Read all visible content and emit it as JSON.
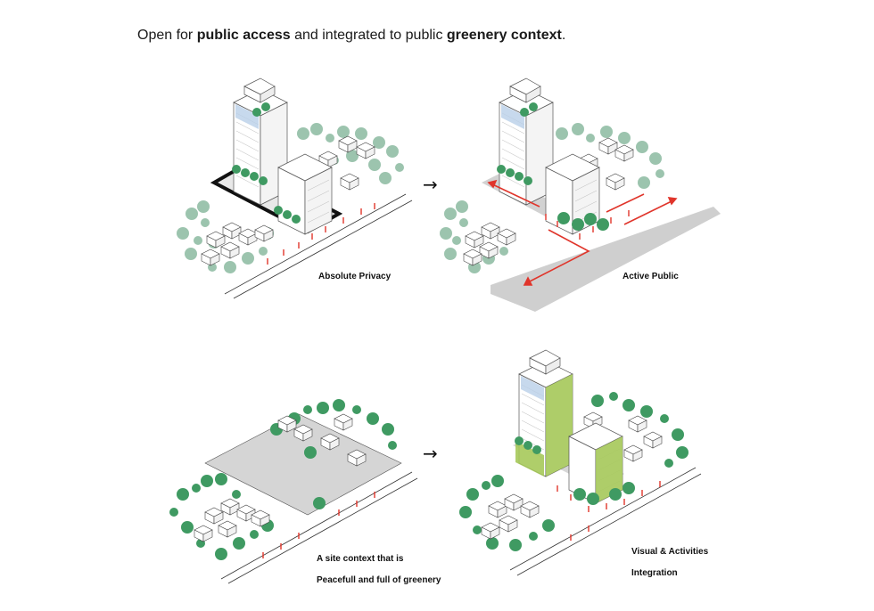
{
  "heading": {
    "part1": "Open for ",
    "bold1": "public access",
    "part2": " and integrated to public ",
    "bold2": "greenery context",
    "part3": "."
  },
  "panels": {
    "top_left": {
      "caption": "Absolute Privacy"
    },
    "top_right": {
      "caption": "Active Public"
    },
    "bottom_left": {
      "caption_line1": "A site context that is",
      "caption_line2": "Peacefull and full of greenery"
    },
    "bottom_right": {
      "caption_line1": "Visual & Activities",
      "caption_line2": "Integration"
    }
  },
  "arrows": {
    "top": "→",
    "bottom": "→"
  },
  "colors": {
    "tree_light": "#9cc4ae",
    "tree_dark": "#3f9a62",
    "accent_green": "#a6c95a",
    "street_red": "#e0352b",
    "plaza_gray": "#d9d9d9",
    "outline": "#333333"
  }
}
